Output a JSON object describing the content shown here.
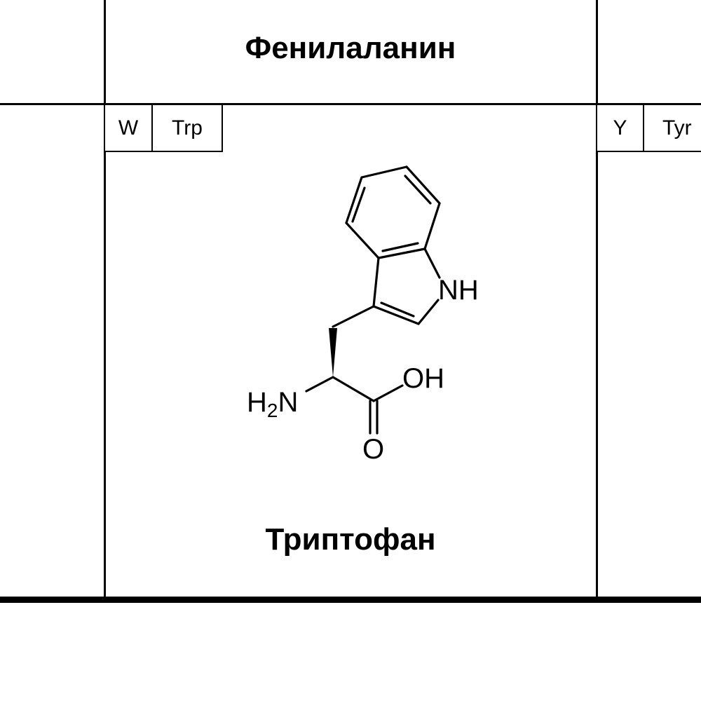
{
  "top_cell": {
    "name": "Фенилаланин"
  },
  "main_cell": {
    "code1": "W",
    "code3": "Trp",
    "name": "Триптофан",
    "labels": {
      "nh": "NH",
      "oh": "OH",
      "o": "O",
      "h2n_h": "H",
      "h2n_sub": "2",
      "h2n_n": "N"
    }
  },
  "right_cell": {
    "code1": "Y",
    "code3": "Tyr"
  }
}
